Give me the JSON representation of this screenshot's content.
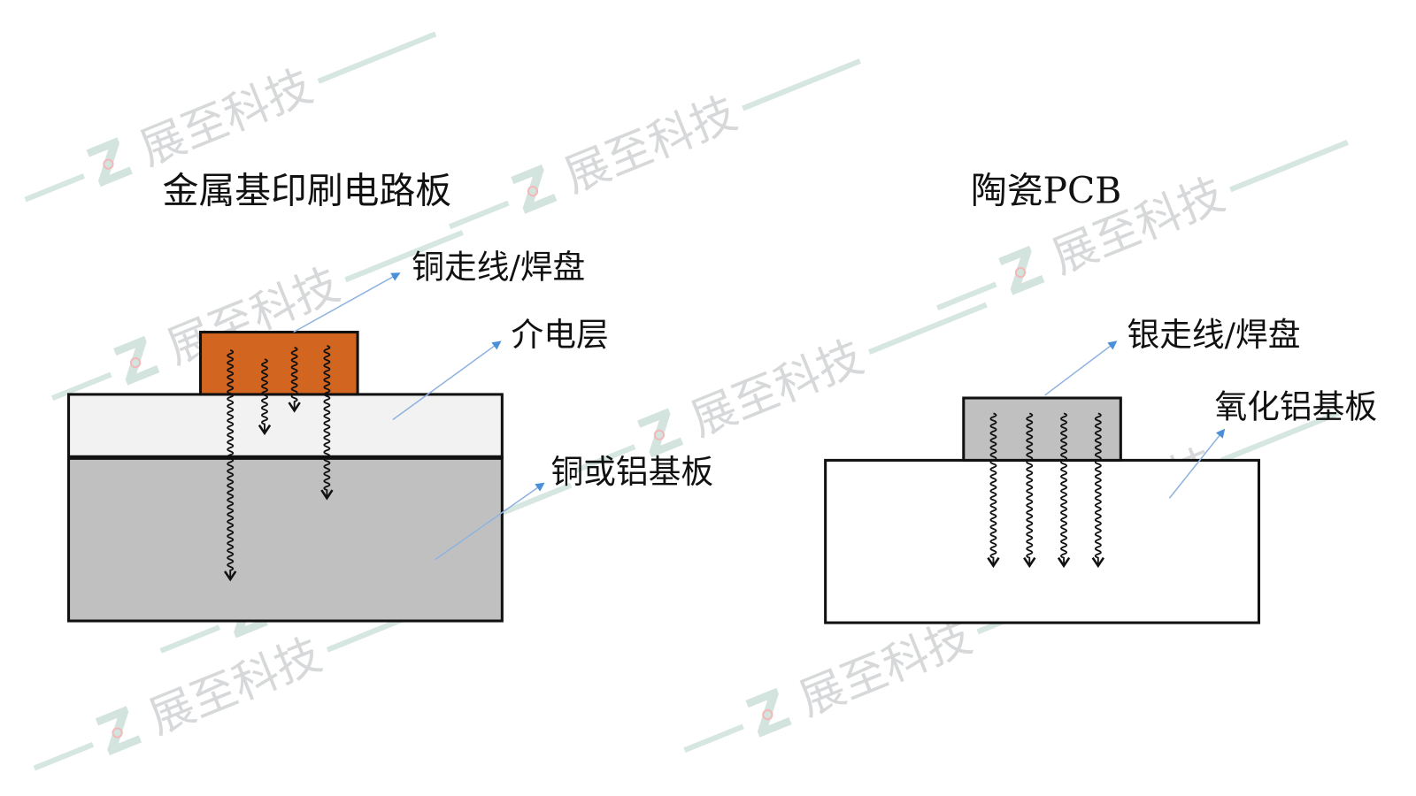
{
  "watermark": {
    "text": "展至科技",
    "line_color": "#d6e6e1"
  },
  "metal_pcb": {
    "title": "金属基印刷电路板",
    "labels": {
      "trace": "铜走线/焊盘",
      "dielectric": "介电层",
      "base": "铜或铝基板"
    },
    "colors": {
      "trace": "#d2651f",
      "dielectric": "#f2f2f2",
      "base": "#c0c0c0"
    }
  },
  "ceramic_pcb": {
    "title": "陶瓷PCB",
    "labels": {
      "trace": "银走线/焊盘",
      "substrate": "氧化铝基板"
    },
    "colors": {
      "trace": "#c0c0c0",
      "substrate": "#ffffff"
    }
  },
  "arrow_color": "#4a90d9"
}
